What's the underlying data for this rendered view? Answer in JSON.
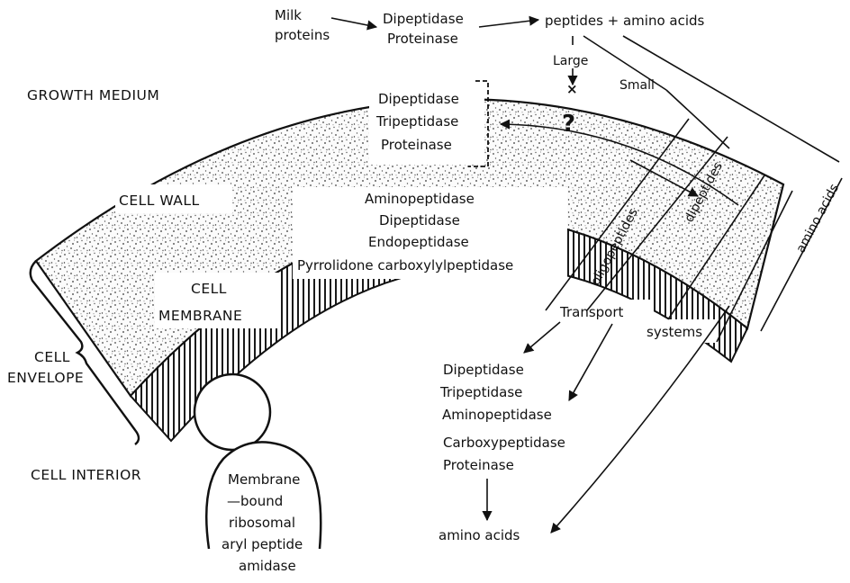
{
  "top": {
    "milk_proteins": [
      "Milk",
      "proteins"
    ],
    "extracellular_enzymes": [
      "Dipeptidase",
      "Proteinase"
    ],
    "products": "peptides + amino acids",
    "large": "Large",
    "small": "Small"
  },
  "regions": {
    "growth_medium": "GROWTH MEDIUM",
    "cell_wall": "CELL WALL",
    "cell_membrane": [
      "CELL",
      "MEMBRANE"
    ],
    "cell_envelope": [
      "CELL",
      "ENVELOPE"
    ],
    "cell_interior": "CELL INTERIOR"
  },
  "wall_enzymes": [
    "Dipeptidase",
    "Tripeptidase",
    "Proteinase"
  ],
  "question_mark": "?",
  "membrane_enzymes": [
    "Aminopeptidase",
    "Dipeptidase",
    "Endopeptidase",
    "Pyrrolidone carboxylylpeptidase"
  ],
  "channels": {
    "oligopeptides": "oligopeptides",
    "dipeptides": "dipeptides",
    "amino_acids": "amino acids"
  },
  "transport": [
    "Transport",
    "systems"
  ],
  "interior_enzymes": [
    "Dipeptidase",
    "Tripeptidase",
    "Aminopeptidase",
    "Carboxypeptidase",
    "Proteinase"
  ],
  "amino_acids_out": "amino acids",
  "ribosome": [
    "Membrane",
    "—bound",
    "ribosomal",
    "aryl peptide",
    "amidase"
  ]
}
